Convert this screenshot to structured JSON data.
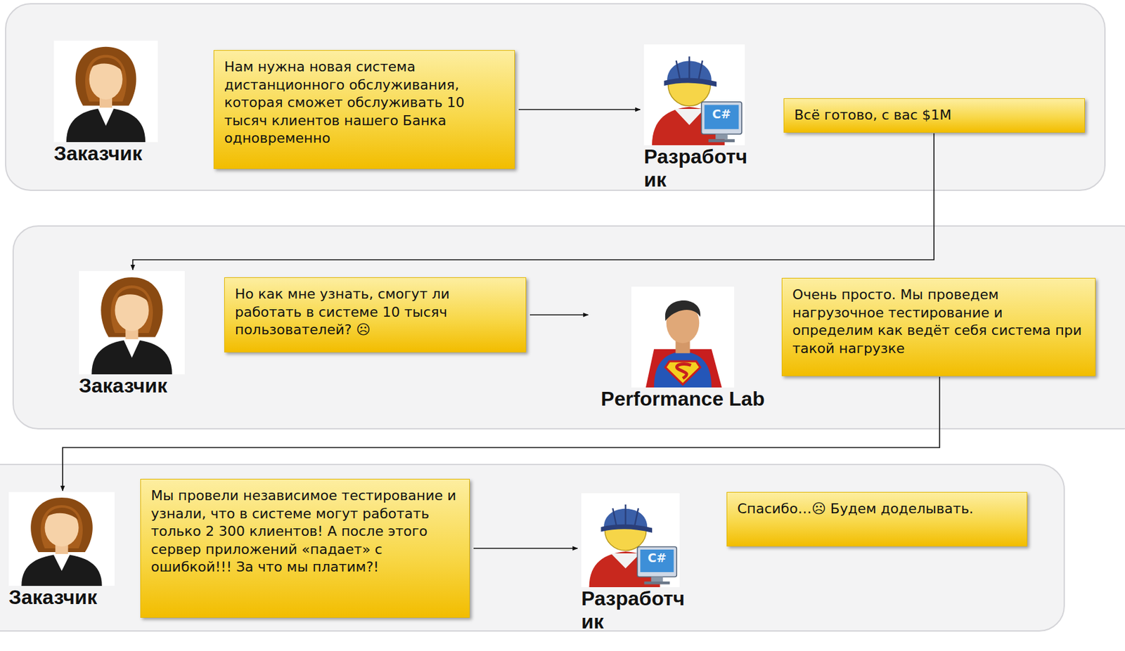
{
  "diagram": {
    "nodes": [
      {
        "text": [
          "Заказчик"
        ]
      },
      {
        "text": [
          "Нам нужна новая система дистанционного обслуживания, которая сможет обслуживать 10 тысяч клиентов нашего Банка одновременно"
        ]
      },
      {
        "text": [
          "Разработчик"
        ]
      },
      {
        "text": [
          "Всё готово, с вас $1M"
        ]
      },
      {
        "text": [
          "Заказчик"
        ]
      },
      {
        "text": [
          "Но как мне узнать, смогут ли работать в системе 10 тысяч пользователей? ☹"
        ]
      },
      {
        "text": [
          "Performance Lab"
        ]
      },
      {
        "text": [
          "Очень просто. Мы проведем нагрузочное тестирование и определим как ведёт себя система при такой нагрузке"
        ]
      },
      {
        "text": [
          "Заказчик"
        ]
      },
      {
        "text": [
          "Мы провели независимое тестирование и узнали, что в системе могут работать только 2 300 клиентов! А после этого сервер приложений «падает» с ошибкой!!! За что мы платим?!"
        ]
      },
      {
        "text": [
          "Разработчик"
        ]
      },
      {
        "text": [
          "Спасибо…☹ Будем доделывать."
        ]
      }
    ],
    "edges": [
      {
        "from": 1,
        "to": 2,
        "arrow": "to"
      },
      {
        "from": 3,
        "to": 4,
        "arrow": "to"
      },
      {
        "from": 5,
        "to": 6,
        "arrow": "to"
      },
      {
        "from": 7,
        "to": 8,
        "arrow": "to"
      },
      {
        "from": 9,
        "to": 10,
        "arrow": "to"
      }
    ],
    "labels": [
      "C#",
      "C#"
    ]
  }
}
